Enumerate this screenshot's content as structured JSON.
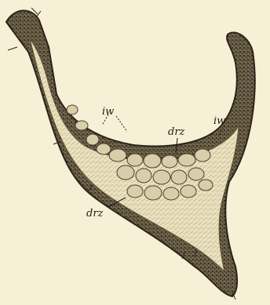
{
  "figure": {
    "background_color": "#f6f0d6",
    "ink_color": "#2a241a",
    "tissue_fill_color": "#e6dcb6",
    "labels": {
      "iw_left": "iw",
      "iw_right": "iw",
      "drz_top": "drz",
      "drz_bottom": "drz"
    }
  }
}
